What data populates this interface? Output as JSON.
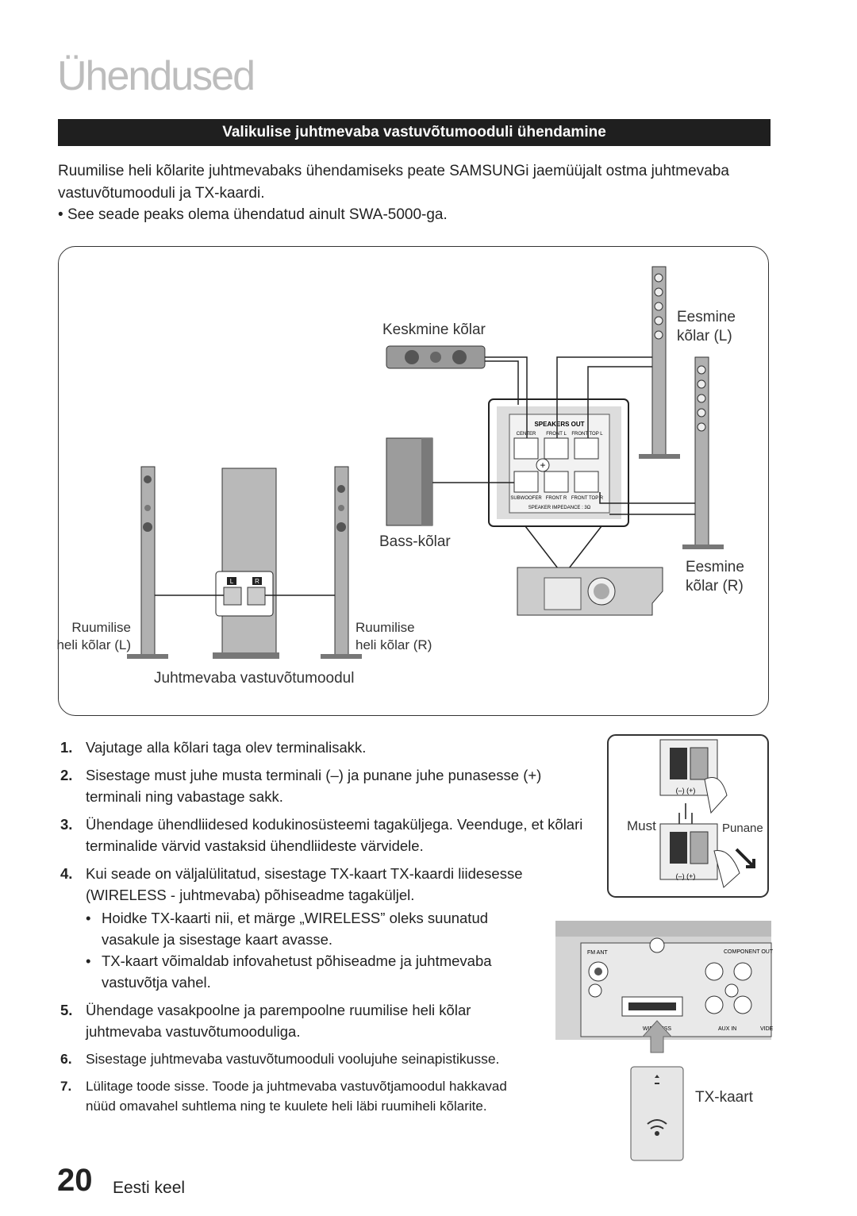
{
  "page": {
    "chapter_title": "Ühendused",
    "section_title": "Valikulise juhtmevaba vastuvõtumooduli ühendamine",
    "intro": "Ruumilise heli kõlarite juhtmevabaks ühendamiseks peate SAMSUNGi jaemüüjalt ostma juhtmevaba vastuvõtumooduli ja TX-kaardi.",
    "intro_bullet": "See seade peaks olema ühendatud ainult SWA-5000-ga."
  },
  "diagram": {
    "center_speaker": "Keskmine kõlar",
    "front_left_l1": "Eesmine",
    "front_left_l2": "kõlar (L)",
    "front_right_l1": "Eesmine",
    "front_right_l2": "kõlar (R)",
    "subwoofer": "Bass-kõlar",
    "surround_left_l1": "Ruumilise",
    "surround_left_l2": "heli kõlar (L)",
    "surround_right_l1": "Ruumilise",
    "surround_right_l2": "heli kõlar (R)",
    "wireless_module": "Juhtmevaba vastuvõtumoodul",
    "speakers_out": "SPEAKERS OUT",
    "center": "CENTER",
    "front_l": "FRONT  L",
    "front_top_l": "FRONT TOP  L",
    "subwoofer_term": "SUBWOOFER",
    "front_r": "FRONT  R",
    "front_top_r": "FRONT TOP  R",
    "impedance": "SPEAKER IMPEDANCE : 3Ω",
    "L": "L",
    "R": "R"
  },
  "steps": [
    {
      "n": "1.",
      "text": "Vajutage alla kõlari taga olev terminalisakk."
    },
    {
      "n": "2.",
      "text": "Sisestage must juhe musta terminali (–) ja punane juhe punasesse (+) terminali ning vabastage sakk."
    },
    {
      "n": "3.",
      "text": "Ühendage ühendliidesed kodukinosüsteemi tagaküljega. Veenduge, et kõlari terminalide värvid vastaksid ühendliideste värvidele."
    },
    {
      "n": "4.",
      "text": "Kui seade on väljalülitatud, sisestage TX-kaart TX-kaardi liidesesse (WIRELESS - juhtmevaba) põhiseadme tagaküljel."
    },
    {
      "n": "5.",
      "text": "Ühendage vasakpoolne ja parempoolne ruumilise heli kõlar juhtmevaba vastuvõtumooduliga."
    },
    {
      "n": "6.",
      "text": "Sisestage juhtmevaba vastuvõtumooduli voolujuhe seinapistikusse."
    },
    {
      "n": "7.",
      "text": "Lülitage toode sisse. Toode ja juhtmevaba vastuvõtjamoodul hakkavad nüüd omavahel suhtlema ning te kuulete heli läbi ruumiheli kõlarite."
    }
  ],
  "step4_bullets": [
    "Hoidke TX-kaarti nii, et märge „WIRELESS” oleks suunatud vasakule ja sisestage kaart avasse.",
    "TX-kaart võimaldab infovahetust põhiseadme ja juhtmevaba vastuvõtja vahel."
  ],
  "terminal_figure": {
    "must": "Must",
    "punane": "Punane",
    "polarity": "(–) (+)"
  },
  "tx_figure": {
    "fm_ant": "FM ANT",
    "component_out": "COMPONENT OUT",
    "wireless": "WIRELESS",
    "aux_in": "AUX IN",
    "video": "VIDE",
    "tx_card": "TX-kaart"
  },
  "footer": {
    "page_number": "20",
    "language": "Eesti keel"
  }
}
